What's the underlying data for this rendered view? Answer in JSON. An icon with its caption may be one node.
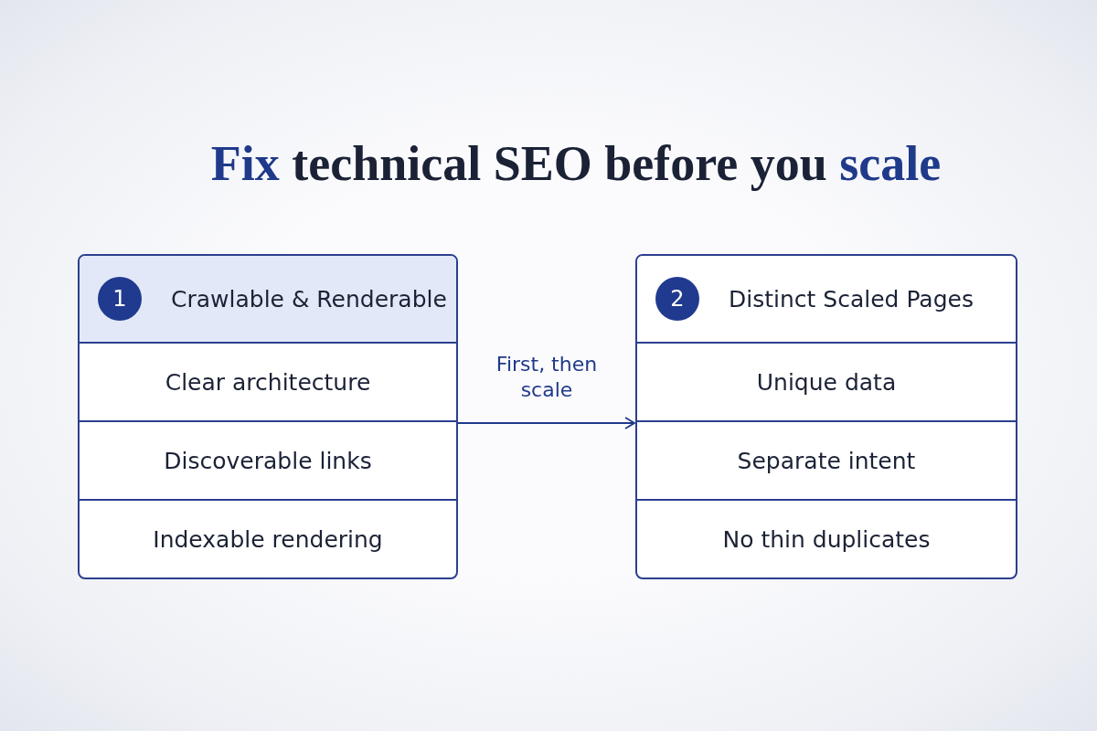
{
  "diagram": {
    "title": "**Fix** technical SEO before you **scale**",
    "nodes": [
      {
        "text": [],
        "shape": "box"
      },
      {
        "text": [
          "1",
          "Crawlable & Renderable"
        ],
        "in": 0
      },
      {
        "text": [
          "Clear architecture"
        ],
        "in": 0
      },
      {
        "text": [
          "Discoverable links"
        ],
        "in": 0
      },
      {
        "text": [
          "Indexable rendering"
        ],
        "in": 0
      },
      {
        "text": [],
        "shape": "box"
      },
      {
        "text": [
          "2",
          "Distinct Scaled Pages"
        ],
        "in": 5
      },
      {
        "text": [
          "Unique data"
        ],
        "in": 5
      },
      {
        "text": [
          "Separate intent"
        ],
        "in": 5
      },
      {
        "text": [
          "No thin duplicates"
        ],
        "in": 5
      }
    ],
    "edges": [
      {
        "from": 0,
        "to": 5,
        "arrow": "to",
        "label": "First, then scale"
      }
    ]
  }
}
